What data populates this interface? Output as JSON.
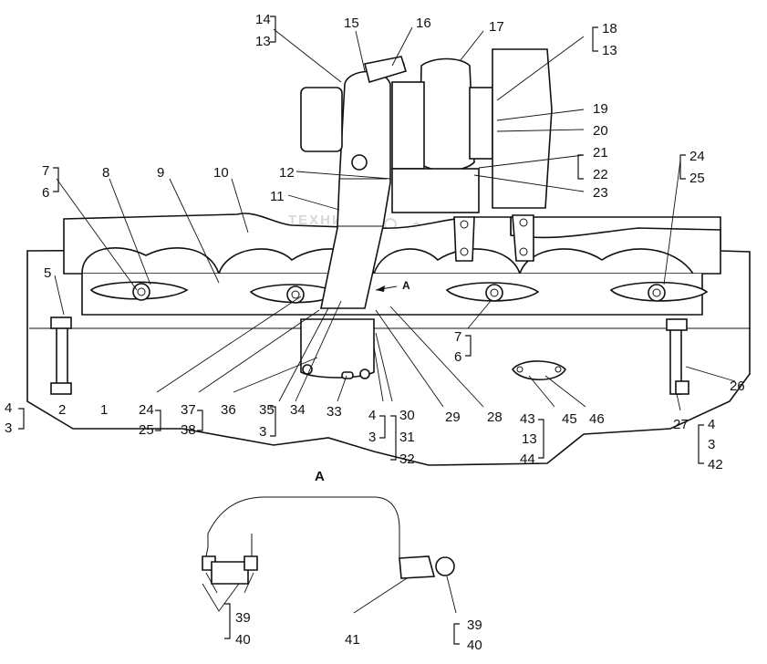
{
  "watermark": {
    "left": "ТЕХНИКА",
    "right": "ЗАПЧАСТИ"
  },
  "view_label": "A",
  "section_label": "A",
  "callouts": {
    "c1": "1",
    "c2": "2",
    "c3a": "3",
    "c4a": "4",
    "c5": "5",
    "c6a": "6",
    "c7a": "7",
    "c8": "8",
    "c9": "9",
    "c10": "10",
    "c11": "11",
    "c12": "12",
    "c13a": "13",
    "c14": "14",
    "c15": "15",
    "c16": "16",
    "c17": "17",
    "c18": "18",
    "c13b": "13",
    "c19": "19",
    "c20": "20",
    "c21": "21",
    "c22": "22",
    "c23": "23",
    "c24a": "24",
    "c25a": "25",
    "c24b": "24",
    "c25b": "25",
    "c7b": "7",
    "c6b": "6",
    "c37": "37",
    "c38": "38",
    "c36": "36",
    "c35": "35",
    "c3b": "3",
    "c34": "34",
    "c33": "33",
    "c4b": "4",
    "c3c": "3",
    "c30": "30",
    "c31": "31",
    "c32": "32",
    "c29": "29",
    "c28": "28",
    "c43": "43",
    "c13c": "13",
    "c44": "44",
    "c45": "45",
    "c46": "46",
    "c26": "26",
    "c27": "27",
    "c4c": "4",
    "c3d": "3",
    "c42": "42",
    "c39a": "39",
    "c40a": "40",
    "c41": "41",
    "c39b": "39",
    "c40b": "40"
  }
}
